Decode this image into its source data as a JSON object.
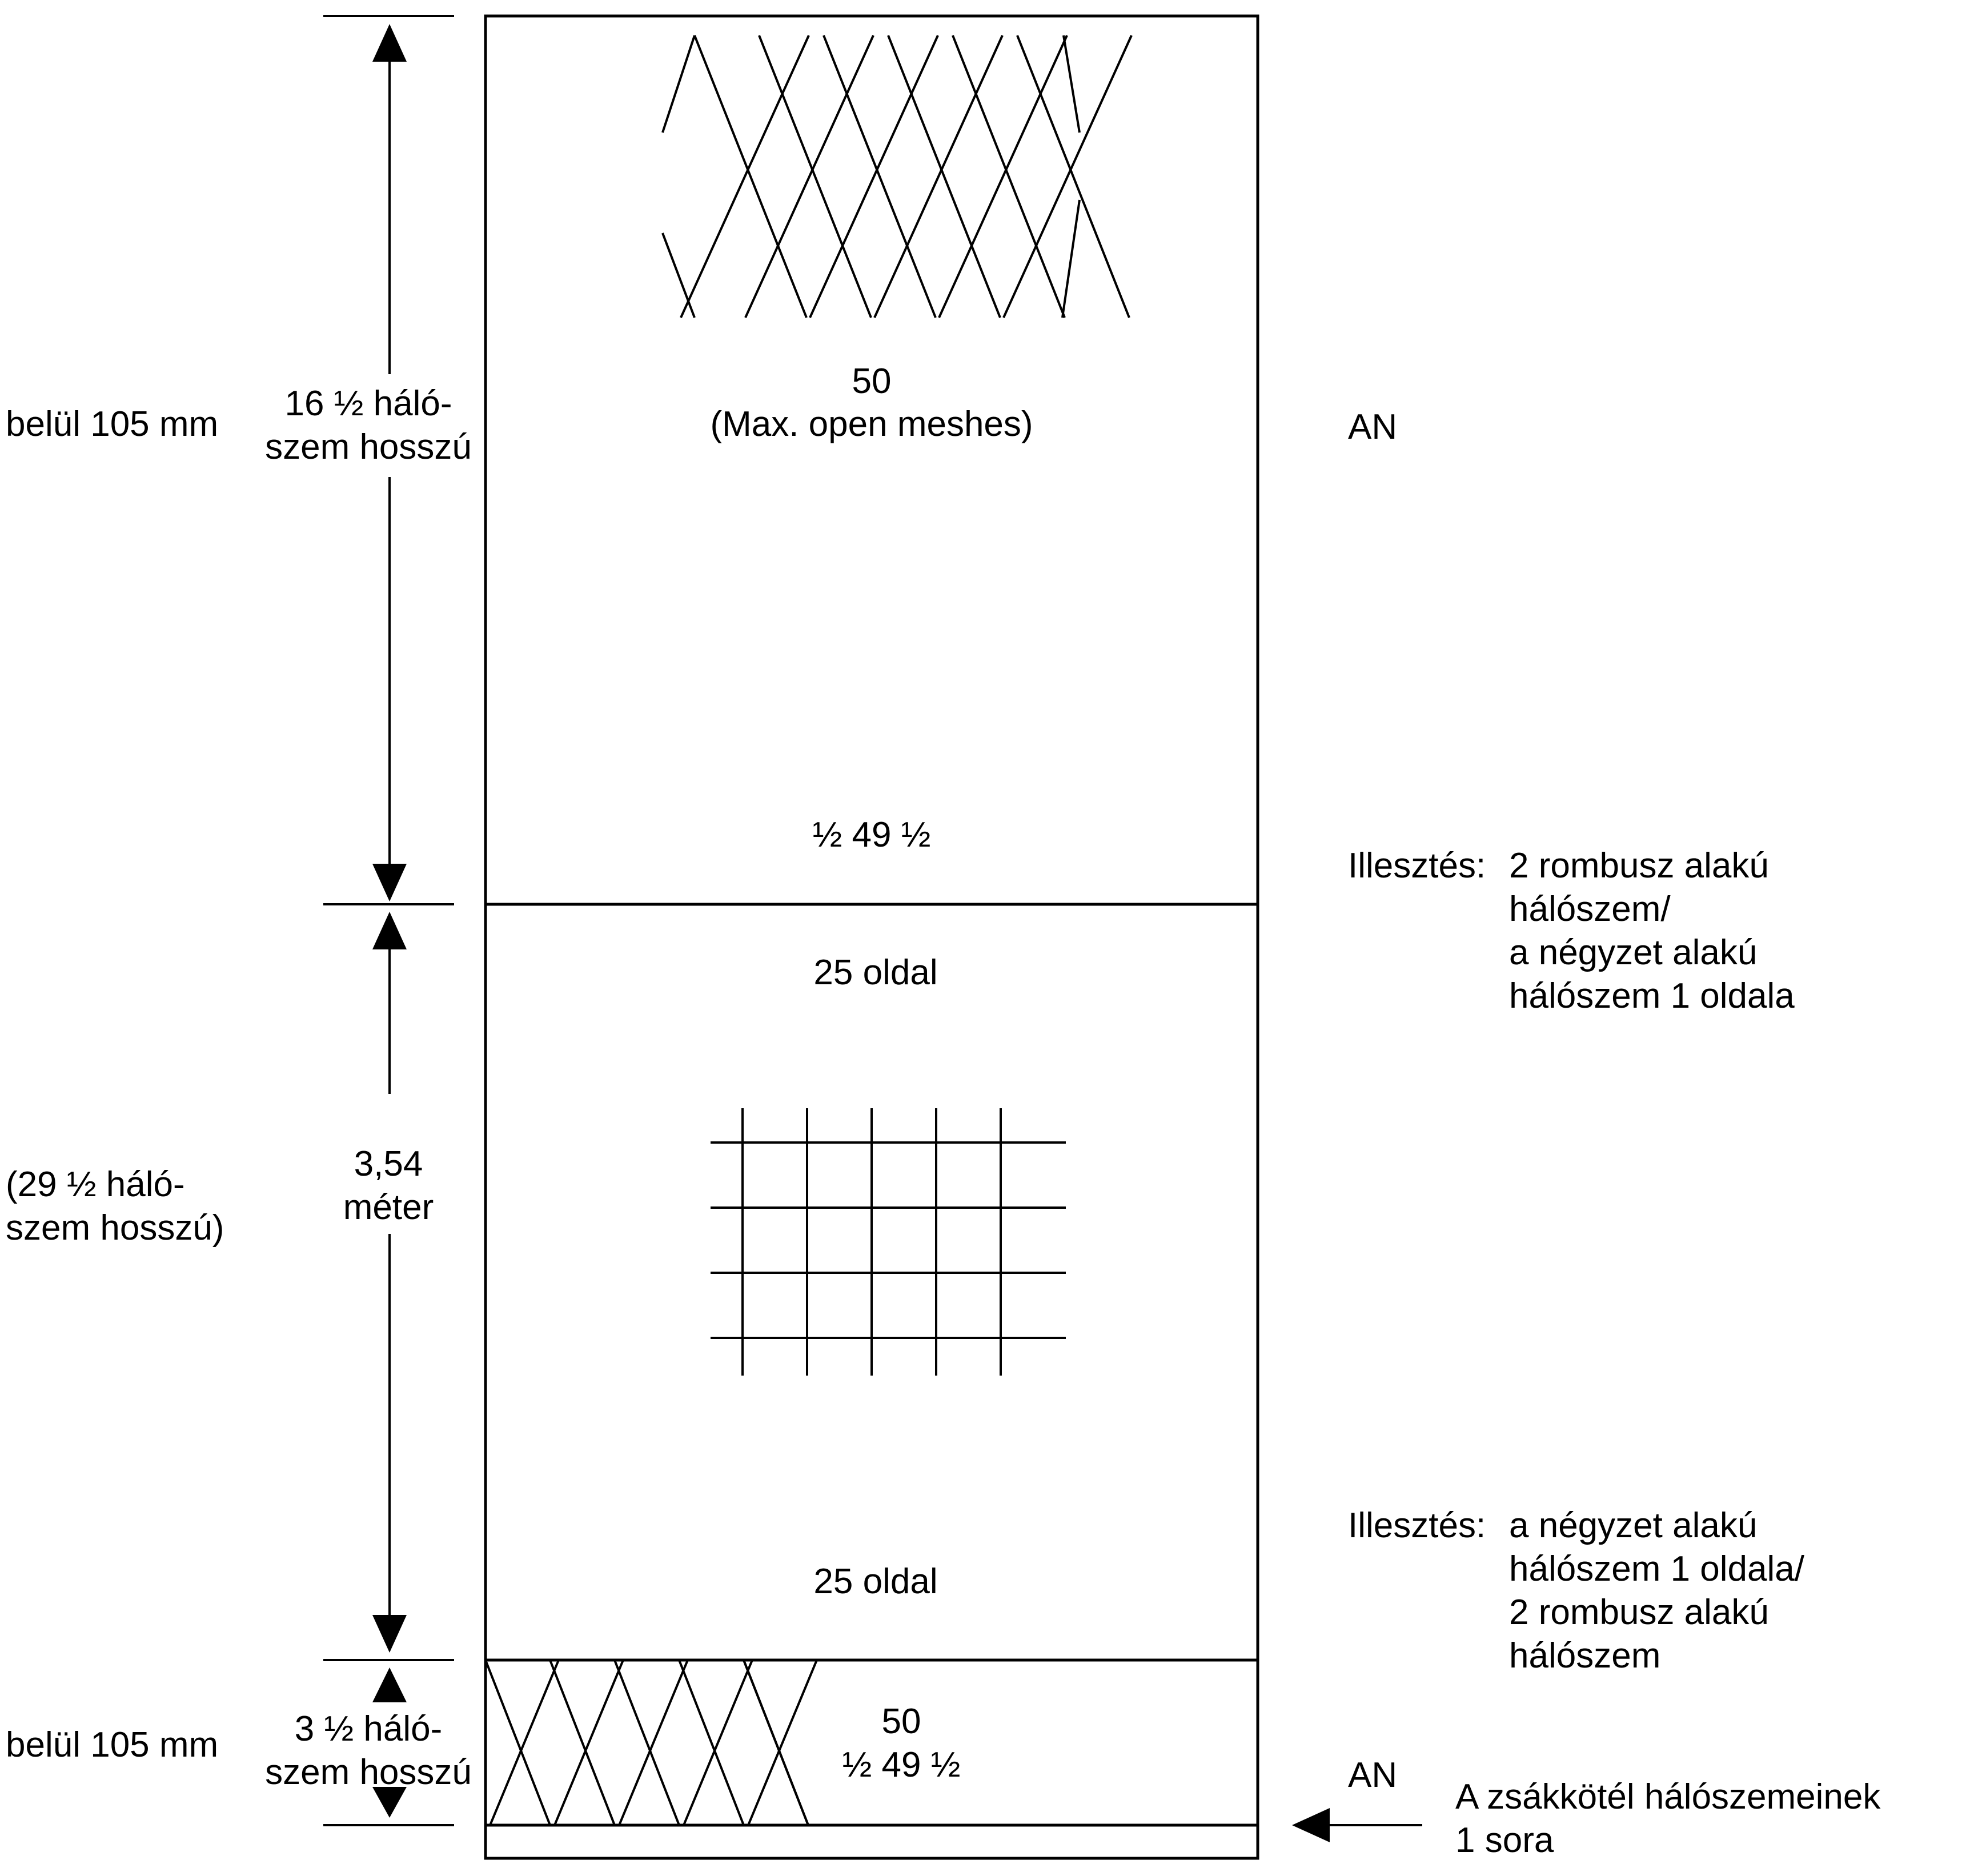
{
  "left_labels": {
    "top": "belül 105 mm",
    "middle_line1": "(29 ½ háló-",
    "middle_line2": "szem hosszú)",
    "bottom": "belül 105 mm"
  },
  "dimension_labels": {
    "top_line1": "16 ½ háló-",
    "top_line2": "szem hosszú",
    "middle_line1": "3,54",
    "middle_line2": "méter",
    "bottom_line1": "3 ½ háló-",
    "bottom_line2": "szem hosszú"
  },
  "panel_top": {
    "count": "50",
    "note": "(Max. open meshes)",
    "bottom_count": "½ 49 ½"
  },
  "panel_middle": {
    "top_label": "25 oldal",
    "bottom_label": "25 oldal"
  },
  "panel_bottom": {
    "count": "50",
    "sub_count": "½ 49 ½"
  },
  "right_labels": {
    "an_top": "AN",
    "join1_prefix": "Illesztés:",
    "join1_line1": "2 rombusz alakú",
    "join1_line2": "hálószem/",
    "join1_line3": "a négyzet alakú",
    "join1_line4": "hálószem 1 oldala",
    "join2_prefix": "Illesztés:",
    "join2_line1": "a négyzet alakú",
    "join2_line2": "hálószem 1 oldala/",
    "join2_line3": "2 rombusz alakú",
    "join2_line4": "hálószem",
    "an_bottom": "AN",
    "rope_line1": "A zsákkötél hálószemeinek",
    "rope_line2": "1 sora"
  }
}
